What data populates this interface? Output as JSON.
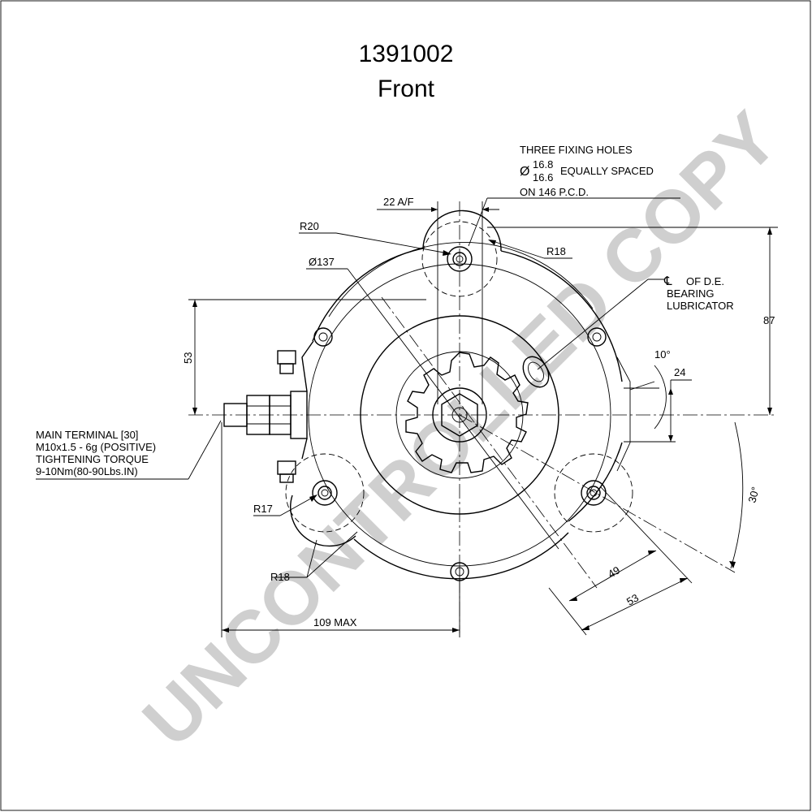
{
  "title": {
    "part_number": "1391002",
    "view": "Front"
  },
  "watermark": "UNCONTROLLED COPY",
  "notes": {
    "fixing_holes": {
      "line1": "THREE FIXING HOLES",
      "diameter_symbol": "Ø",
      "tol_upper": "16.8",
      "tol_lower": "16.6",
      "line2_suffix": "EQUALLY SPACED",
      "line3": "ON 146 P.C.D."
    },
    "lubricator": {
      "centerline_symbol": "℄",
      "line1": "OF D.E.",
      "line2": "BEARING",
      "line3": "LUBRICATOR"
    },
    "main_terminal": {
      "line1": "MAIN TERMINAL [30]",
      "line2": "M10x1.5 - 6g (POSITIVE)",
      "line3": "TIGHTENING TORQUE",
      "line4": "9-10Nm(80-90Lbs.IN)"
    }
  },
  "dimensions": {
    "across_flats": "22 A/F",
    "r20": "R20",
    "r18_top": "R18",
    "dia137": "Ø137",
    "d53_left": "53",
    "d87": "87",
    "angle10": "10°",
    "d24": "24",
    "angle30": "30°",
    "r17": "R17",
    "r18_bottom": "R18",
    "d109": "109 MAX",
    "d49": "49",
    "d53_diag": "53"
  }
}
